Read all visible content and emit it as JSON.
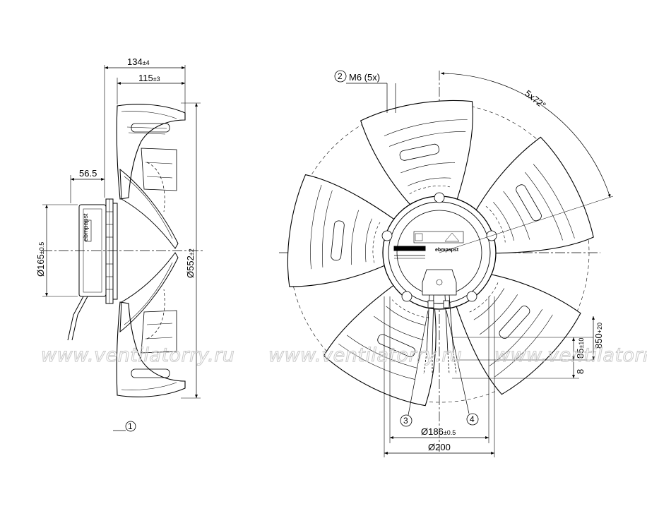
{
  "side_view": {
    "dim_overall_depth": {
      "value": "134",
      "tol": "±4"
    },
    "dim_blade_depth": {
      "value": "115",
      "tol": "±3"
    },
    "dim_motor_depth": {
      "value": "56.5"
    },
    "dim_motor_dia": {
      "value": "Ø165",
      "tol": "±0.5"
    },
    "dim_fan_dia": {
      "value": "Ø552",
      "tol": "±2"
    },
    "callout_1": "1"
  },
  "front_view": {
    "callout_2": "2",
    "thread_label": "M6 (5x)",
    "angle_label": "5x72°",
    "dim_cable_85": {
      "value": "85",
      "tol": "±10"
    },
    "dim_cable_850": {
      "value": "850",
      "tol": "+20"
    },
    "dim_8": "8",
    "callout_3": "3",
    "callout_4": "4",
    "dim_bolt_circle": {
      "value": "Ø186",
      "tol": "±0.5"
    },
    "dim_hub": {
      "value": "Ø200"
    },
    "brand_label": "ebmpapst"
  },
  "watermarks": [
    "www.ventilatorry.ru",
    "www.ventilatorry.ru",
    "www.ventilatorry.ru"
  ]
}
